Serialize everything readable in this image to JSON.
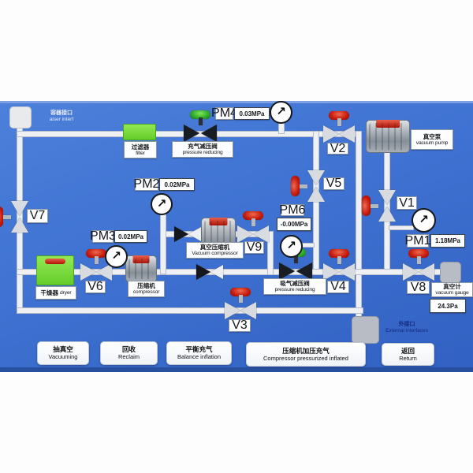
{
  "colors": {
    "panel_blue": "#3f72d2",
    "pipe_white": "#eef0f3",
    "device_green": "#6ecc35",
    "valve_red": "#c51a0c",
    "reducer_green": "#2aa72a",
    "edge_navy": "#27509f"
  },
  "icons": {
    "gauge_arrow": "↗"
  },
  "interfaces": {
    "container": {
      "zh": "容器接口",
      "en": "aiser interf"
    },
    "external": {
      "zh": "外接口",
      "en": "External interfaces"
    }
  },
  "devices": {
    "filter": {
      "zh": "过滤器",
      "en": "filter"
    },
    "dryer": {
      "zh": "干燥器",
      "en": "dryer"
    },
    "compressor": {
      "zh": "压缩机",
      "en": "compressor"
    },
    "vacuum_compressor": {
      "zh": "真空压缩机",
      "en": "Vacuum compressor"
    },
    "vacuum_pump": {
      "zh": "真空泵",
      "en": "vacuum pump"
    },
    "charge_reducing_valve": {
      "zh": "充气减压阀",
      "en": "pressure reducing"
    },
    "suction_reducing_valve": {
      "zh": "吸气减压阀",
      "en": "pressure reducing"
    },
    "vacuum_gauge": {
      "zh": "真空计",
      "en": "vacuum gauge",
      "value": "24.3Pa"
    }
  },
  "gauges": {
    "pm1": {
      "id": "PM1",
      "value": "1.18MPa"
    },
    "pm2": {
      "id": "PM2",
      "value": "0.02MPa"
    },
    "pm3": {
      "id": "PM3",
      "value": "0.02MPa"
    },
    "pm4": {
      "id": "PM4",
      "value": "0.03MPa"
    },
    "pm6": {
      "id": "PM6",
      "value": "-0.00MPa"
    }
  },
  "valves": {
    "v1": "V1",
    "v2": "V2",
    "v3": "V3",
    "v4": "V4",
    "v5": "V5",
    "v6": "V6",
    "v7": "V7",
    "v8": "V8",
    "v9": "V9"
  },
  "buttons": {
    "vacuuming": {
      "zh": "抽真空",
      "en": "Vacuuming"
    },
    "reclaim": {
      "zh": "回收",
      "en": "Reclaim"
    },
    "balance_inflation": {
      "zh": "平衡充气",
      "en": "Balance inflation"
    },
    "compressor_inflate": {
      "zh": "压缩机加压充气",
      "en": "Compressor pressurized inflated"
    },
    "return": {
      "zh": "返回",
      "en": "Return"
    }
  }
}
